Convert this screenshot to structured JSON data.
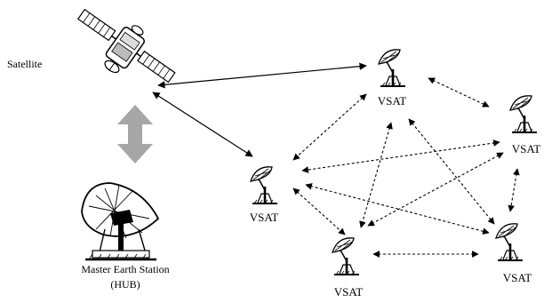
{
  "satellite": {
    "label": "Satellite",
    "icon": "satellite-icon"
  },
  "hub": {
    "label_line1": "Master Earth Station",
    "label_line2": "(HUB)",
    "icon": "dish-antenna-icon"
  },
  "terminals": [
    {
      "id": "vsat-top",
      "label": "VSAT"
    },
    {
      "id": "vsat-right-top",
      "label": "VSAT"
    },
    {
      "id": "vsat-left",
      "label": "VSAT"
    },
    {
      "id": "vsat-bottom-center",
      "label": "VSAT"
    },
    {
      "id": "vsat-bottom-right",
      "label": "VSAT"
    }
  ],
  "colors": {
    "uplink_arrow": "#a6a6a6",
    "links": "#000000"
  },
  "legend_notes": []
}
